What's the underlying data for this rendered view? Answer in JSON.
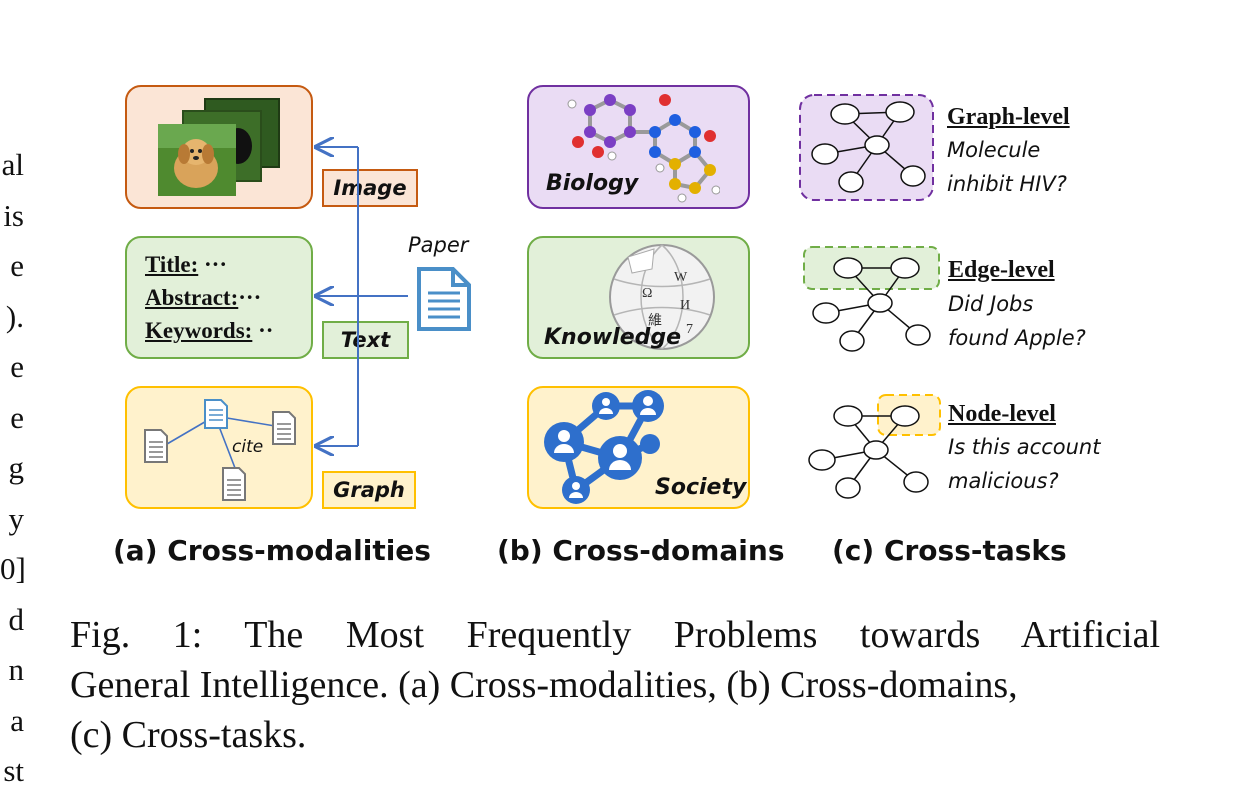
{
  "left_column_fragments": [
    "al",
    "is",
    "e",
    ").",
    "e",
    "e",
    "g",
    "y",
    "0]",
    "d",
    "n",
    "a",
    "st"
  ],
  "modalities": {
    "image_label": "Image",
    "text_label": "Text",
    "graph_label": "Graph",
    "paper_label": "Paper",
    "text_lines": [
      {
        "key": "Title:",
        "rest": " ···"
      },
      {
        "key": "Abstract:",
        "rest": "···"
      },
      {
        "key": "Keywords:",
        "rest": " ··"
      }
    ],
    "cite_label": "cite"
  },
  "domains": {
    "biology_label": "Biology",
    "knowledge_label": "Knowledge",
    "society_label": "Society"
  },
  "tasks": {
    "graph_title": "Graph-level",
    "graph_q1": "Molecule",
    "graph_q2": "inhibit HIV?",
    "edge_title": "Edge-level",
    "edge_q1": "Did Jobs",
    "edge_q2": "found Apple?",
    "node_title": "Node-level",
    "node_q1": "Is this account",
    "node_q2": "malicious?"
  },
  "subcaptions": {
    "a": "(a) Cross-modalities",
    "b": "(b)  Cross-domains",
    "c": "(c)  Cross-tasks"
  },
  "caption": {
    "line1": "Fig. 1: The Most Frequently Problems towards Artificial",
    "line2": "General Intelligence. (a) Cross-modalities, (b) Cross-domains,",
    "line3": "(c) Cross-tasks."
  },
  "colors": {
    "image_border": "#c55a11",
    "image_fill": "#fbe5d6",
    "text_border": "#70ad47",
    "text_fill": "#e2f0d9",
    "graph_border": "#ffc000",
    "graph_fill": "#fff2cc",
    "bio_border": "#7030a0",
    "bio_fill": "#eadcf4",
    "arrow": "#4472c4"
  }
}
